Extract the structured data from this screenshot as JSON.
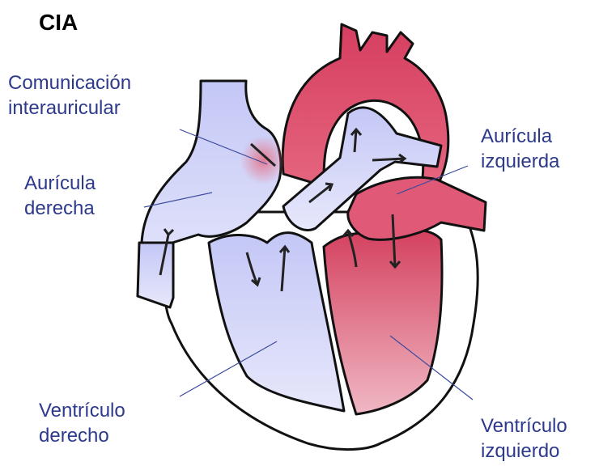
{
  "title": "CIA",
  "labels": {
    "comunicacion": [
      "Comunicación",
      "interauricular"
    ],
    "auricula_derecha": [
      "Aurícula",
      "derecha"
    ],
    "auricula_izquierda": [
      "Aurícula",
      "izquierda"
    ],
    "ventriculo_derecho": [
      "Ventrículo",
      "derecho"
    ],
    "ventriculo_izquierdo": [
      "Ventrículo",
      "izquierdo"
    ]
  },
  "colors": {
    "right_side": "#c9ccf7",
    "left_side": "#d9506e",
    "defect_glow": "#e4788f"
  }
}
